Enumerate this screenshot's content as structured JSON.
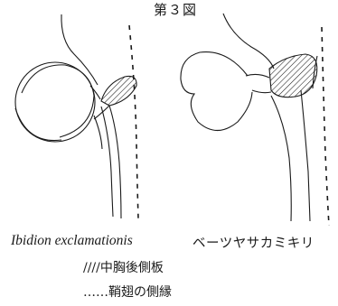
{
  "figure": {
    "title": "第３図",
    "left_species_label": "Ibidion exclamationis",
    "right_species_label": "ベーツヤサカミキリ"
  },
  "legend": {
    "hatch_entry": "////中胸後側板",
    "dotted_entry": "……鞘翅の側縁"
  }
}
